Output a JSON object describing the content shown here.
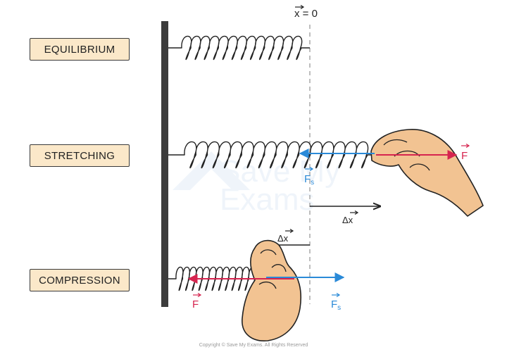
{
  "labels": {
    "equilibrium": "EQUILIBRIUM",
    "stretching": "STRETCHING",
    "compression": "COMPRESSION"
  },
  "symbols": {
    "origin": "x = 0",
    "force": "F",
    "spring_force": "F",
    "spring_force_sub": "s",
    "displacement": "Δx"
  },
  "watermark": {
    "line1": "Save My",
    "line2": "Exams"
  },
  "copyright": "Copyright © Save My Exams. All Rights Reserved",
  "colors": {
    "force_red": "#d6244f",
    "spring_force_blue": "#2a8ad8",
    "wall": "#3c3c3c",
    "hand_skin": "#f2c392",
    "label_fill": "#fbe8c9"
  }
}
